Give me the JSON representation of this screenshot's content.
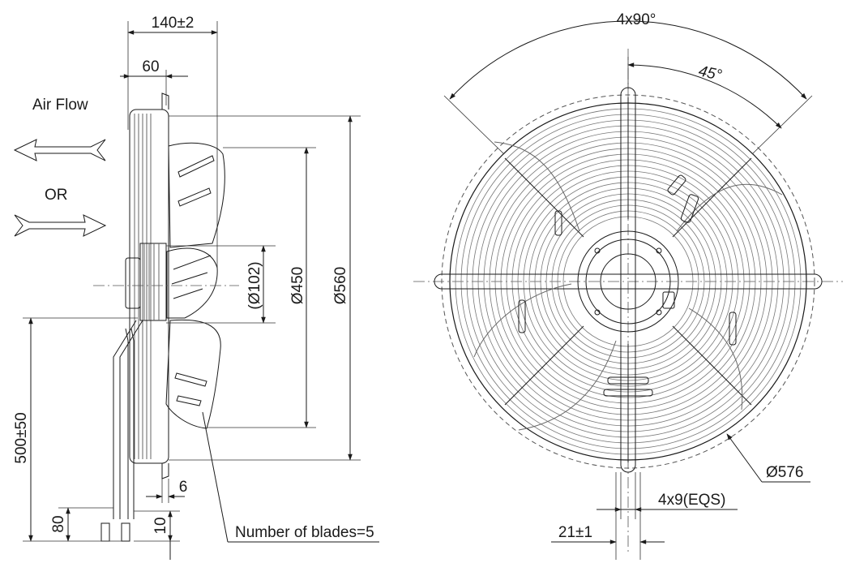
{
  "side_view": {
    "dim_depth": "140±2",
    "dim_motor": "60",
    "dim_hub": "(Ø102)",
    "dim_blade": "Ø450",
    "dim_guard": "Ø560",
    "dim_cable": "500±50",
    "dim_strip": "80",
    "dim_flange": "6",
    "dim_tip": "10",
    "air_flow_label": "Air Flow",
    "or_label": "OR",
    "blades_label": "Number of blades=5"
  },
  "front_view": {
    "angle_spacing": "4x90°",
    "angle_offset": "45°",
    "dim_mount_circle": "Ø576",
    "dim_holes": "4x9(EQS)",
    "dim_foot": "21±1"
  }
}
